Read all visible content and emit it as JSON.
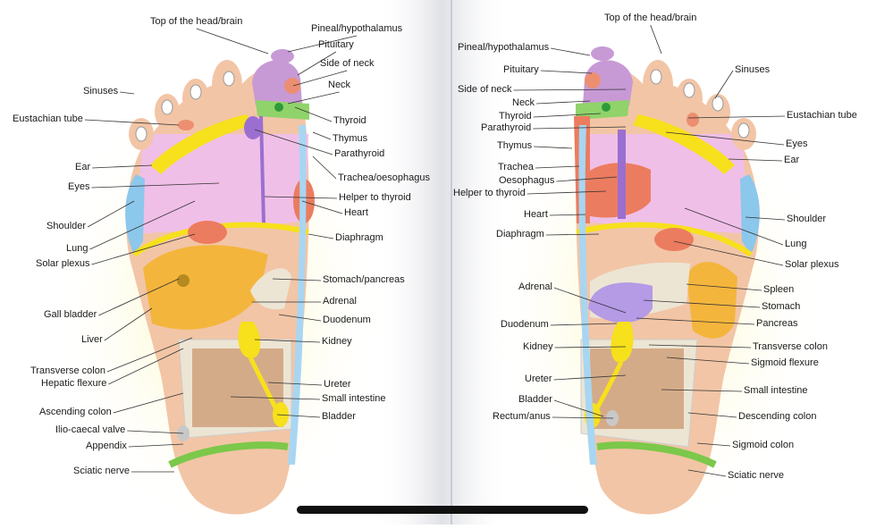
{
  "diagram": {
    "left_foot": {
      "labels_top": [
        "Top of the head/brain",
        "Pineal/hypothalamus",
        "Pituitary",
        "Side of neck",
        "Neck"
      ],
      "labels_left": [
        "Sinuses",
        "Eustachian tube",
        "Ear",
        "Eyes",
        "Shoulder",
        "Lung",
        "Solar plexus",
        "Gall bladder",
        "Liver",
        "Transverse colon",
        "Hepatic flexure",
        "Ascending colon",
        "Ilio-caecal valve",
        "Appendix",
        "Sciatic nerve"
      ],
      "labels_right": [
        "Thyroid",
        "Thymus",
        "Parathyroid",
        "Trachea/oesophagus",
        "Helper to thyroid",
        "Heart",
        "Diaphragm",
        "Stomach/pancreas",
        "Adrenal",
        "Duodenum",
        "Kidney",
        "Ureter",
        "Small intestine",
        "Bladder"
      ]
    },
    "right_foot": {
      "labels_top": [
        "Top of the head/brain"
      ],
      "labels_left": [
        "Pineal/hypothalamus",
        "Pituitary",
        "Side of neck",
        "Neck",
        "Thyroid",
        "Parathyroid",
        "Thymus",
        "Trachea",
        "Oesophagus",
        "Helper to thyroid",
        "Heart",
        "Diaphragm",
        "Adrenal",
        "Duodenum",
        "Kidney",
        "Ureter",
        "Bladder",
        "Rectum/anus"
      ],
      "labels_right": [
        "Sinuses",
        "Eustachian tube",
        "Eyes",
        "Ear",
        "Shoulder",
        "Lung",
        "Solar plexus",
        "Spleen",
        "Stomach",
        "Pancreas",
        "Transverse colon",
        "Sigmoid flexure",
        "Small intestine",
        "Descending colon",
        "Sigmoid colon",
        "Sciatic nerve"
      ]
    },
    "zone_colors": {
      "skin": "#f2c5a6",
      "head_zone": "#c79ad6",
      "chest_zone": "#f0bfe8",
      "neck_band": "#8fd36a",
      "yellow_organs": "#f7e01c",
      "gall_liver": "#f4b53c",
      "heart": "#ec7c5f",
      "intestine": "#d4ab88",
      "colon": "#ece5d4",
      "shoulder": "#8cc7ec",
      "sciatic": "#7bc84a",
      "spine": "#a8d6f2",
      "background_glow": "#fbf6b4"
    }
  }
}
